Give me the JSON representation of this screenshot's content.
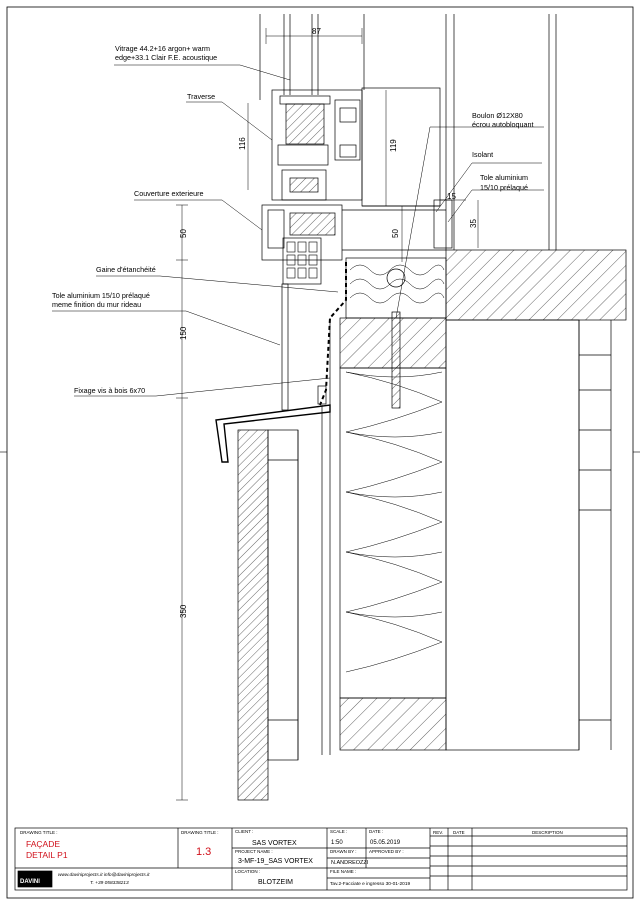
{
  "annotations": {
    "glazing_line1": "Vitrage 44.2+16 argon+ warm",
    "glazing_line2": "edge+33.1 Clair F.E. acoustique",
    "transom": "Traverse",
    "outer_cover": "Couverture exterieure",
    "seal_sleeve": "Gaine d'étanchéité",
    "sheet_line1": "Tole aluminium 15/10 prélaqué",
    "sheet_line2": "meme finition du mur rideau",
    "screw_fix": "Fixage vis à bois 6x70",
    "bolt_line1": "Boulon Ø12X80",
    "bolt_line2": "écrou autobloquant",
    "insulation": "Isolant",
    "alu_line1": "Tole aluminium",
    "alu_line2": "15/10 prélaqué"
  },
  "dimensions": {
    "d87": "87",
    "d116": "116",
    "d119": "119",
    "d15": "15",
    "d35": "35",
    "d50_left": "50",
    "d50_mid": "50",
    "d150": "150",
    "d350": "350"
  },
  "title_block": {
    "drawing_title_label": "DRAWING TITLE :",
    "drawing_title_line1": "FAÇADE",
    "drawing_title_line2": "DETAIL P1",
    "drawing_no_label": "DRAWING TITLE :",
    "drawing_no": "1.3",
    "client_label": "CLIENT :",
    "client": "SAS VORTEX",
    "project_label": "PROJECT NAME :",
    "project": "3-MF-19_SAS VORTEX",
    "location_label": "LOCATION :",
    "location": "BLOTZEIM",
    "scale_label": "SCALE :",
    "scale": "1:50",
    "date_label": "DATE :",
    "date": "05.05.2019",
    "drawn_label": "DRAWN BY :",
    "drawn": "N.ANDREOZZI",
    "approved_label": "APPROVED BY :",
    "file_label": "FILE NAME :",
    "file": "Tav.2-Facciate e ingresso 30-01-2019",
    "rev_label": "REV.",
    "rev_date_label": "DATE",
    "description_label": "DESCRIPTION",
    "logo_text": "DAVINI",
    "website": "www.daviniprojects.it  info@daviniprojects.it",
    "phone": "T. +39 058338213"
  }
}
